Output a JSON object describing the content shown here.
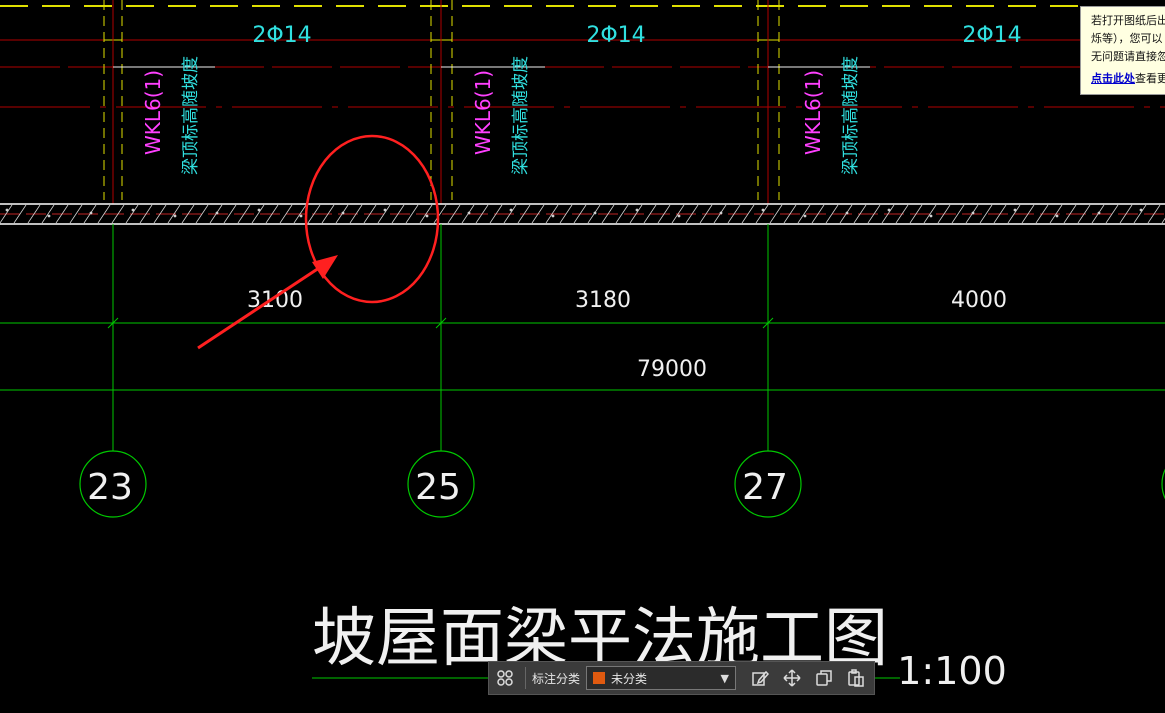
{
  "drawing": {
    "bars": [
      "2Φ14",
      "2Φ14",
      "2Φ14"
    ],
    "beam_name": "WKL6(1)",
    "beam_note": "梁顶标高随坡度",
    "spans": [
      "3100",
      "3180",
      "4000"
    ],
    "total": "79000",
    "axes": [
      "23",
      "25",
      "27"
    ],
    "title": "坡屋面梁平法施工图",
    "scale": "1:100"
  },
  "tooltip": {
    "line1": "若打开图纸后出",
    "line2": "烁等），您可以",
    "line3": "无问题请直接忽",
    "link": "点击此处",
    "link_tail": "查看更"
  },
  "toolbar": {
    "label": "标注分类",
    "selected": "未分类",
    "swatch_color": "#e05a10",
    "icons": [
      "grid-icon",
      "edit-icon",
      "move-icon",
      "copy-icon",
      "paste-icon"
    ]
  },
  "colors": {
    "axis_green": "#00c800",
    "beam_red": "#b00000",
    "label_cyan": "#30e0e0",
    "beam_magenta": "#ff40ff",
    "yellow": "#e0e000",
    "annotation_red": "#ff2020"
  }
}
